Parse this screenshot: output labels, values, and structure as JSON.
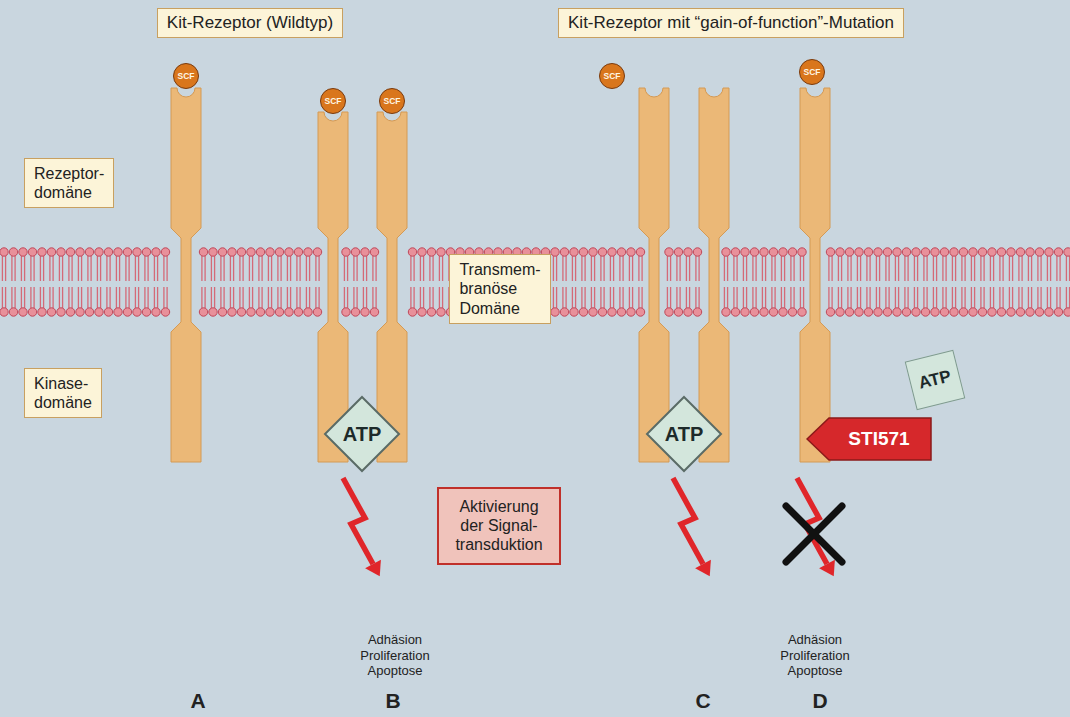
{
  "diagram": {
    "nodes": [
      {
        "text": [
          "Kit-Rezeptor (Wildtyp)"
        ]
      },
      {
        "text": [
          "Kit-Rezeptor mit “gain-of-function”-Mutation"
        ]
      },
      {
        "text": [
          "SCF"
        ]
      },
      {
        "text": [
          "SCF"
        ]
      },
      {
        "text": [
          "SCF"
        ]
      },
      {
        "text": [
          "SCF"
        ]
      },
      {
        "text": [
          "SCF"
        ]
      },
      {
        "text": [
          "Rezeptor- domäne"
        ]
      },
      {
        "text": [
          "Transmem- branöse Domäne"
        ]
      },
      {
        "text": [
          "Kinase- domäne"
        ]
      },
      {
        "text": [
          "ATP"
        ]
      },
      {
        "text": [
          "ATP"
        ]
      },
      {
        "text": [
          "STI571"
        ]
      },
      {
        "text": [
          "ATP"
        ]
      },
      {
        "text": [
          "Aktivierung der Signal- transduktion"
        ]
      }
    ],
    "labels": [
      "Adhäsion Proliferation Apoptose",
      "Adhäsion Proliferation Apoptose",
      "A",
      "B",
      "C",
      "D"
    ]
  }
}
